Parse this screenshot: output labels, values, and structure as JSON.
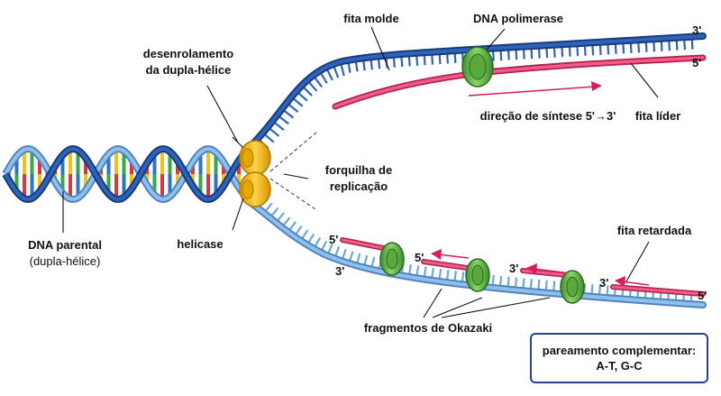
{
  "labels": {
    "desenrolamento_line1": "desenrolamento",
    "desenrolamento_line2": "da dupla-hélice",
    "fita_molde": "fita molde",
    "dna_polimerase": "DNA polimerase",
    "forquilha_line1": "forquilha de",
    "forquilha_line2": "replicação",
    "direcao_sintese": "direção de síntese 5'→3'",
    "fita_lider": "fita líder",
    "dna_parental_line1": "DNA parental",
    "dna_parental_line2": "(dupla-hélice)",
    "helicase": "helicase",
    "fita_retardada": "fita retardada",
    "fragmentos_okazaki": "fragmentos de Okazaki"
  },
  "strand_ends": {
    "upper_top_3": "3'",
    "upper_leading_5": "5'",
    "lower_frag1_5": "5'",
    "lower_frag1_3": "3'",
    "lower_frag2_5": "5'",
    "lower_frag3_3": "3'",
    "lower_frag4_3": "3'",
    "lower_end_5": "5'"
  },
  "legend": {
    "line1": "pareamento complementar:",
    "line2": "A-T, G-C"
  },
  "colors": {
    "template_upper": "#1f4fa0",
    "template_lower": "#6fa6d8",
    "new_strand": "#e8406e",
    "polymerase": "#6cbf4a",
    "helicase": "#f5b400",
    "base_yellow": "#f2c316",
    "base_green": "#3aa648",
    "base_red": "#d8383c",
    "base_blue": "#2f74c0",
    "legend_border": "#2a3f92"
  }
}
